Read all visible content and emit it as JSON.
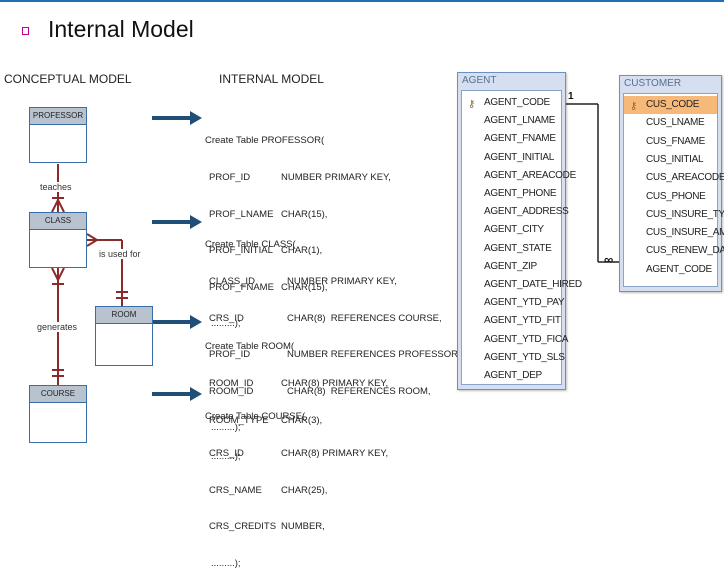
{
  "slide": {
    "title": "Internal Model",
    "conceptual_heading": "CONCEPTUAL MODEL",
    "internal_heading": "INTERNAL MODEL"
  },
  "entities": {
    "professor": "PROFESSOR",
    "class": "CLASS",
    "room": "ROOM",
    "course": "COURSE"
  },
  "relationships": {
    "teaches": "teaches",
    "is_used_for": "is used for",
    "generates": "generates"
  },
  "sql": {
    "professor": [
      [
        "Create Table PROFESSOR(",
        ""
      ],
      [
        "PROF_ID",
        "NUMBER PRIMARY KEY,"
      ],
      [
        "PROF_LNAME",
        "CHAR(15),"
      ],
      [
        "PROF_INITIAL",
        "CHAR(1),"
      ],
      [
        "PROF_FNAME",
        "CHAR(15),"
      ],
      [
        ".........);",
        ""
      ]
    ],
    "class": [
      [
        "Create Table CLASS(",
        ""
      ],
      [
        "CLASS_ID",
        "NUMBER PRIMARY KEY,"
      ],
      [
        "CRS_ID",
        "CHAR(8)  REFERENCES COURSE,"
      ],
      [
        "PROF_ID",
        "NUMBER REFERENCES PROFESSOR,"
      ],
      [
        "ROOM_ID",
        "CHAR(8)  REFERENCES ROOM,"
      ],
      [
        ".........);",
        ""
      ]
    ],
    "room": [
      [
        "Create Table ROOM(",
        ""
      ],
      [
        "ROOM_ID",
        "CHAR(8) PRIMARY KEY,"
      ],
      [
        "ROOM_TYPE",
        "CHAR(3),"
      ],
      [
        ".........);",
        ""
      ]
    ],
    "course": [
      [
        "Create Table COURSE(",
        ""
      ],
      [
        "CRS_ID",
        "CHAR(8) PRIMARY KEY,"
      ],
      [
        "CRS_NAME",
        "CHAR(25),"
      ],
      [
        "CRS_CREDITS",
        "NUMBER,"
      ],
      [
        ".........);",
        ""
      ]
    ]
  },
  "agent_table": {
    "name": "AGENT",
    "fields": [
      "AGENT_CODE",
      "AGENT_LNAME",
      "AGENT_FNAME",
      "AGENT_INITIAL",
      "AGENT_AREACODE",
      "AGENT_PHONE",
      "AGENT_ADDRESS",
      "AGENT_CITY",
      "AGENT_STATE",
      "AGENT_ZIP",
      "AGENT_DATE_HIRED",
      "AGENT_YTD_PAY",
      "AGENT_YTD_FIT",
      "AGENT_YTD_FICA",
      "AGENT_YTD_SLS",
      "AGENT_DEP"
    ]
  },
  "customer_table": {
    "name": "CUSTOMER",
    "fields": [
      "CUS_CODE",
      "CUS_LNAME",
      "CUS_FNAME",
      "CUS_INITIAL",
      "CUS_AREACODE",
      "CUS_PHONE",
      "CUS_INSURE_TYPE",
      "CUS_INSURE_AMT",
      "CUS_RENEW_DATE",
      "AGENT_CODE"
    ]
  },
  "cardinality": {
    "one": "1",
    "many": "∞"
  },
  "colors": {
    "entity_border": "#3a6da8",
    "arrow": "#1f4e79",
    "relation_line": "#8b2a2a",
    "key_highlight": "#f6b97a"
  }
}
